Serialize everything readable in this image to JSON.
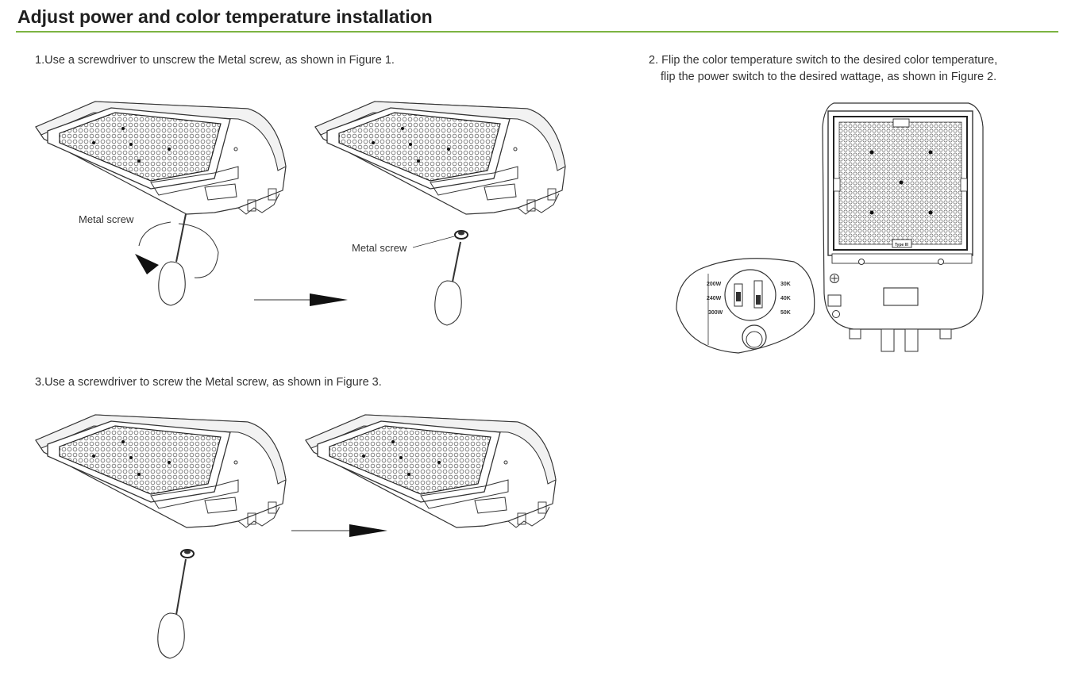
{
  "heading": "Adjust power and color temperature installation",
  "step1": {
    "text": "1.Use a screwdriver to unscrew the Metal screw, as shown in Figure 1."
  },
  "step2": {
    "line1": "2. Flip the color temperature switch to the desired color temperature,",
    "line2": "flip the power switch to the desired wattage, as shown in Figure 2."
  },
  "step3": {
    "text": "3.Use a screwdriver to screw the Metal screw, as shown in Figure 3."
  },
  "callouts": {
    "screw_a": "Metal screw",
    "screw_b": "Metal screw"
  },
  "switch_panel": {
    "power_options": [
      "200W",
      "240W",
      "300W"
    ],
    "cct_options": [
      "30K",
      "40K",
      "50K"
    ],
    "marking": "Type III"
  },
  "colors": {
    "accent_rule": "#7cb342",
    "line_art": "#333333"
  }
}
